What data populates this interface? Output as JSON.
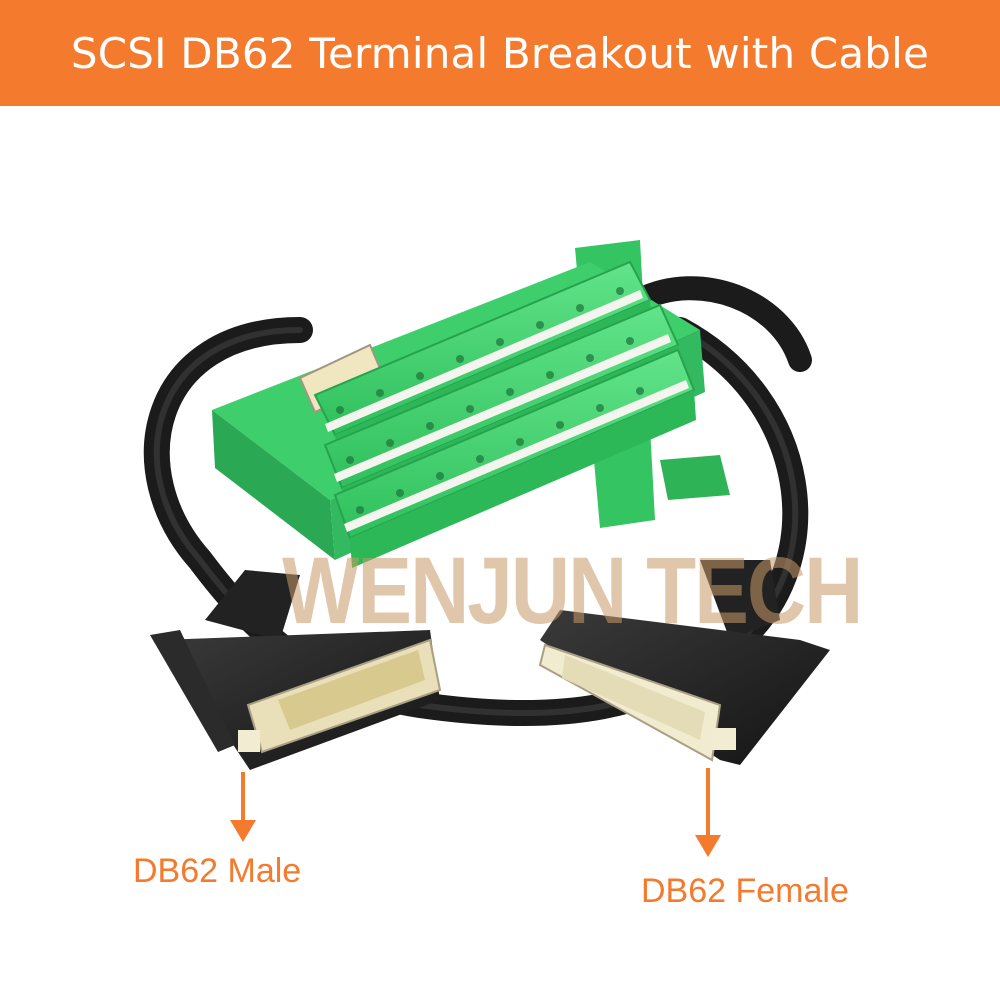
{
  "banner": {
    "title": "SCSI DB62 Terminal Breakout with Cable"
  },
  "watermark": "WENJUN TECH",
  "callouts": {
    "male": "DB62 Male",
    "female": "DB62 Female"
  },
  "colors": {
    "banner": "#f47a2e",
    "callout_text": "#f47a2e",
    "board_green": "#3ecf6c",
    "terminal_green": "#44d36f",
    "cable_black": "#1b1b1b",
    "connector_shell": "#2a2a2a",
    "connector_insert": "#f2ecd2"
  },
  "icons": {
    "male_arrow": "arrow-down-icon",
    "female_arrow": "arrow-down-icon"
  }
}
